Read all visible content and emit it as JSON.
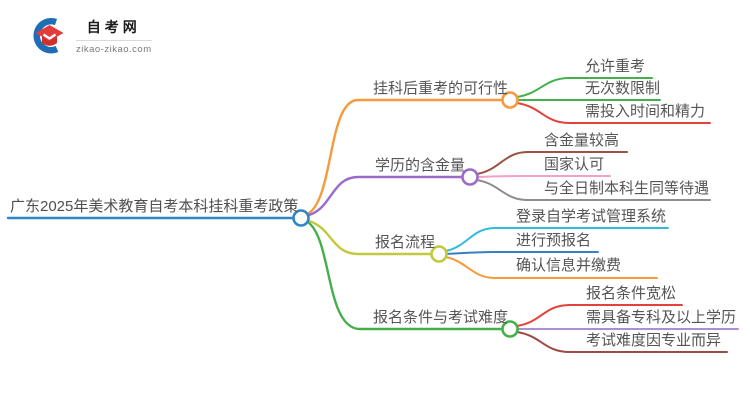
{
  "logo": {
    "title": "自考网",
    "domain": "zikao-zikao.com",
    "icon": "graduation-cap-icon",
    "cap_color": "#e23c3c",
    "cap_shadow_color": "#d02f2f",
    "crescent_color": "#1d6eb5"
  },
  "root": {
    "label": "广东2025年美术教育自考本科挂科重考政策",
    "color": "#2e86c7"
  },
  "branches": [
    {
      "label": "挂科后重考的可行性",
      "color": "#f7993d",
      "children": [
        {
          "label": "允许重考",
          "color": "#44b04c"
        },
        {
          "label": "无次数限制",
          "color": "#44b04c"
        },
        {
          "label": "需投入时间和精力",
          "color": "#e5413b"
        }
      ]
    },
    {
      "label": "学历的含金量",
      "color": "#9a6cc8",
      "children": [
        {
          "label": "含金量较高",
          "color": "#9a5244"
        },
        {
          "label": "国家认可",
          "color": "#f59fc6"
        },
        {
          "label": "与全日制本科生同等待遇",
          "color": "#8d8d8d"
        }
      ]
    },
    {
      "label": "报名流程",
      "color": "#c3c93d",
      "children": [
        {
          "label": "登录自学考试管理系统",
          "color": "#32bcdc"
        },
        {
          "label": "进行预报名",
          "color": "#3c7ec1"
        },
        {
          "label": "确认信息并缴费",
          "color": "#f7993d"
        }
      ]
    },
    {
      "label": "报名条件与考试难度",
      "color": "#44b04c",
      "children": [
        {
          "label": "报名条件宽松",
          "color": "#e5413b"
        },
        {
          "label": "需具备专科及以上学历",
          "color": "#ab8fd6"
        },
        {
          "label": "考试难度因专业而异",
          "color": "#9c4a45"
        }
      ]
    }
  ]
}
